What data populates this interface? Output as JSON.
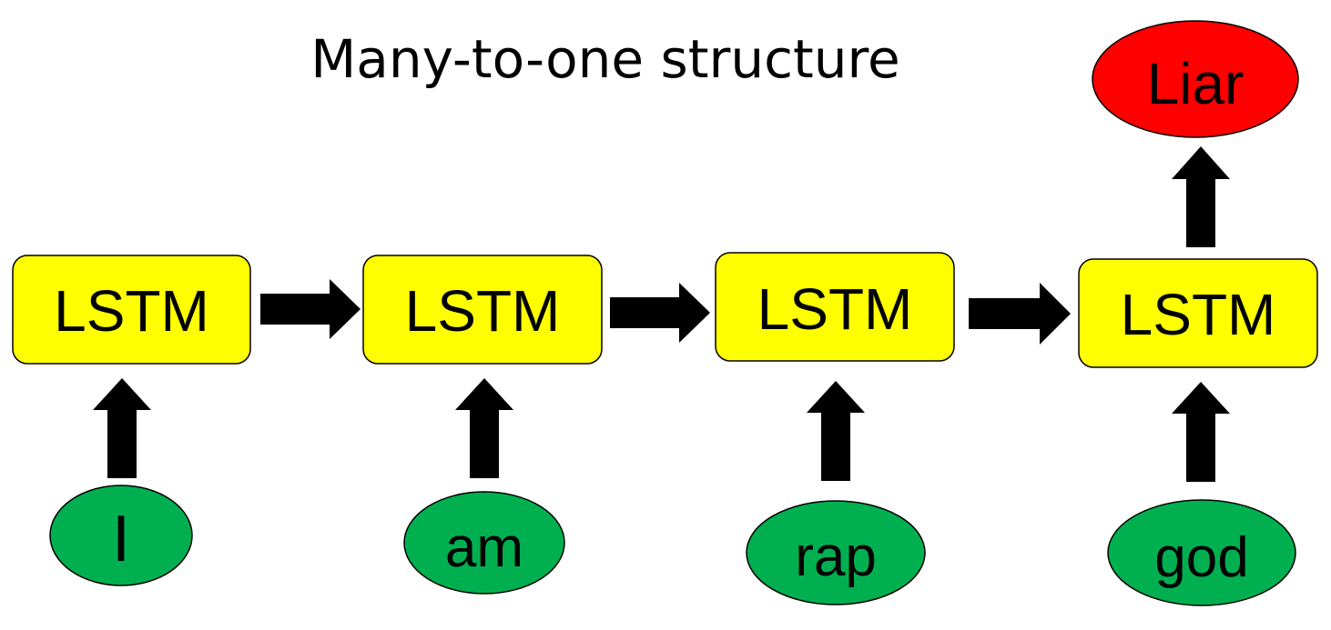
{
  "title": "Many-to-one structure",
  "lstm_cells": [
    {
      "label": "LSTM"
    },
    {
      "label": "LSTM"
    },
    {
      "label": "LSTM"
    },
    {
      "label": "LSTM"
    }
  ],
  "inputs": [
    {
      "label": "I"
    },
    {
      "label": "am"
    },
    {
      "label": "rap"
    },
    {
      "label": "god"
    }
  ],
  "output": {
    "label": "Liar"
  },
  "colors": {
    "lstm_fill": "#ffff00",
    "input_fill": "#00b050",
    "output_fill": "#ff0000",
    "arrow": "#000000",
    "outline": "#000000"
  }
}
